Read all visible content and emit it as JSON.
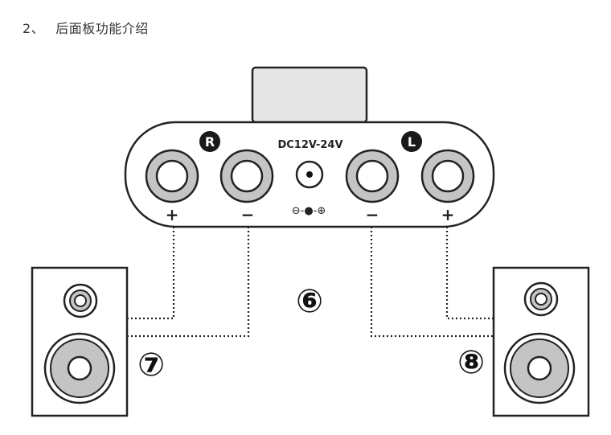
{
  "heading": {
    "number": "2、",
    "title": "后面板功能介绍"
  },
  "panel": {
    "right_channel_badge": "R",
    "left_channel_badge": "L",
    "power_label": "DC12V-24V",
    "polarity_symbol": "⊖-●-⊕",
    "terminals": [
      {
        "channel": "R",
        "polarity": "+"
      },
      {
        "channel": "R",
        "polarity": "−"
      },
      {
        "channel": "L",
        "polarity": "−"
      },
      {
        "channel": "L",
        "polarity": "+"
      }
    ]
  },
  "callouts": {
    "panel": "⑥",
    "left_speaker": "⑦",
    "right_speaker": "⑧"
  },
  "icons": [
    "dc-power-jack-icon",
    "speaker-tweeter-icon",
    "speaker-woofer-icon"
  ]
}
